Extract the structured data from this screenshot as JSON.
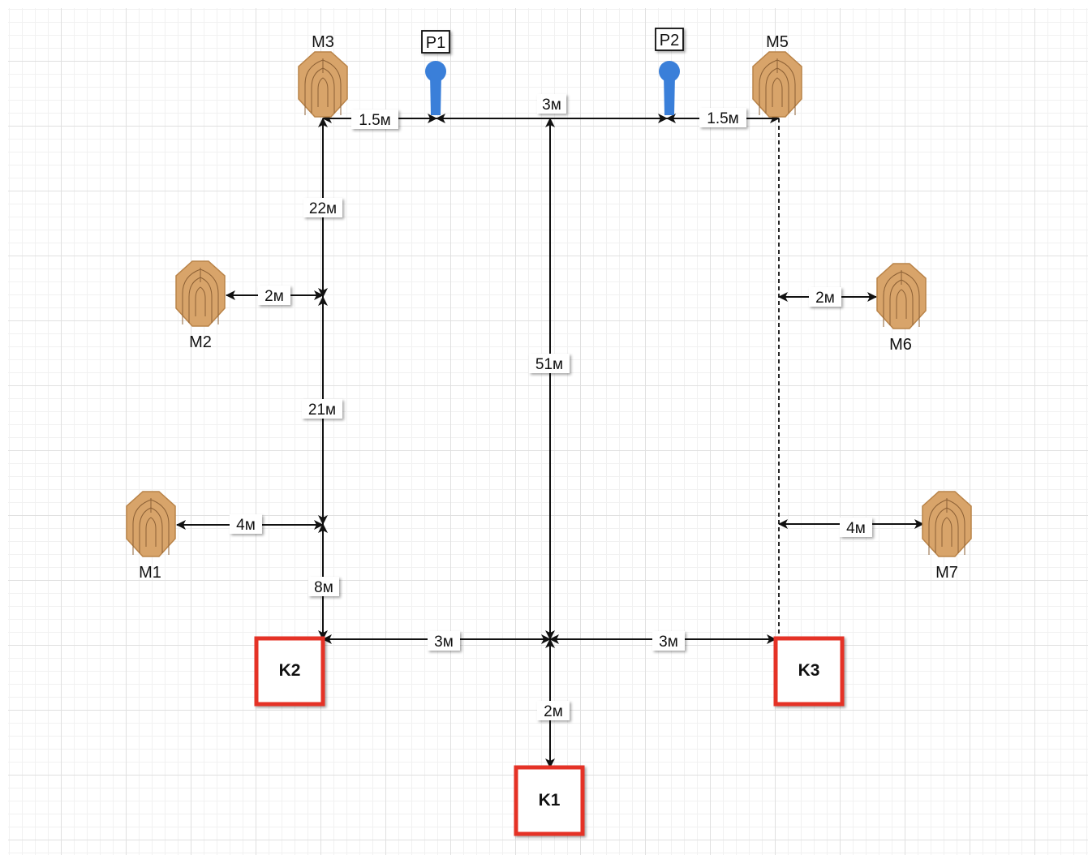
{
  "colors": {
    "target_fill": "#d8a46a",
    "target_stroke": "#b98348",
    "post_blue": "#3a7fd9",
    "k_box_red": "#e53228",
    "line": "#111111"
  },
  "targets": {
    "m1": "M1",
    "m2": "M2",
    "m3": "M3",
    "m5": "M5",
    "m6": "M6",
    "m7": "M7"
  },
  "posts": {
    "p1": "P1",
    "p2": "P2"
  },
  "positions": {
    "k1": "K1",
    "k2": "K2",
    "k3": "K3"
  },
  "distances": {
    "m3_p1": "1.5м",
    "p1_p2": "3м",
    "p2_m5": "1.5м",
    "m3_m2": "22м",
    "m2_side": "2м",
    "m6_side": "2м",
    "centre_vertical": "51м",
    "m2_m1": "21м",
    "m1_side": "4м",
    "m7_side": "4м",
    "m1_k2": "8м",
    "k2_centre": "3м",
    "centre_k3": "3м",
    "centre_k1": "2м"
  }
}
